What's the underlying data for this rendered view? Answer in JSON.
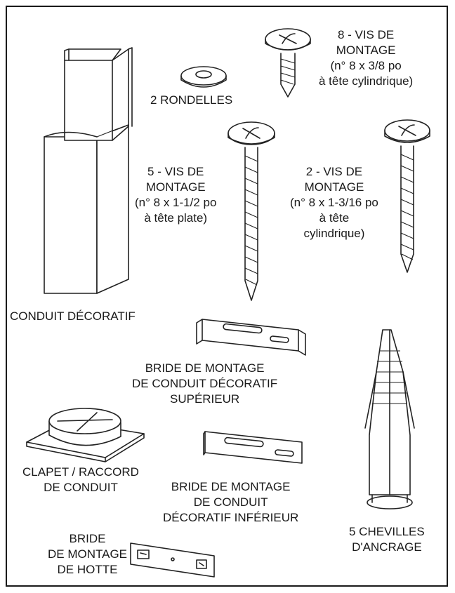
{
  "labels": {
    "washers": [
      "2  RONDELLES"
    ],
    "screws_small": [
      "8 - VIS DE",
      "MONTAGE",
      "(n° 8 x 3/8 po",
      "à tête cylindrique)"
    ],
    "screws_flat": [
      "5 - VIS DE",
      "MONTAGE",
      "(n° 8 x 1-1/2 po",
      "à tête plate)"
    ],
    "screws_cyl": [
      "2 - VIS DE",
      "MONTAGE",
      "(n° 8 x 1-3/16 po",
      "à tête",
      "cylindrique)"
    ],
    "duct_cover": [
      "CONDUIT DÉCORATIF"
    ],
    "upper_bracket": [
      "BRIDE DE MONTAGE",
      "DE CONDUIT DÉCORATIF",
      "SUPÉRIEUR"
    ],
    "damper": [
      "CLAPET / RACCORD",
      "DE CONDUIT"
    ],
    "lower_bracket": [
      "BRIDE DE MONTAGE",
      "DE CONDUIT",
      "DÉCORATIF INFÉRIEUR"
    ],
    "anchors": [
      "5 CHEVILLES",
      "D'ANCRAGE"
    ],
    "hood_bracket": [
      "BRIDE",
      "DE MONTAGE",
      "DE HOTTE"
    ]
  }
}
